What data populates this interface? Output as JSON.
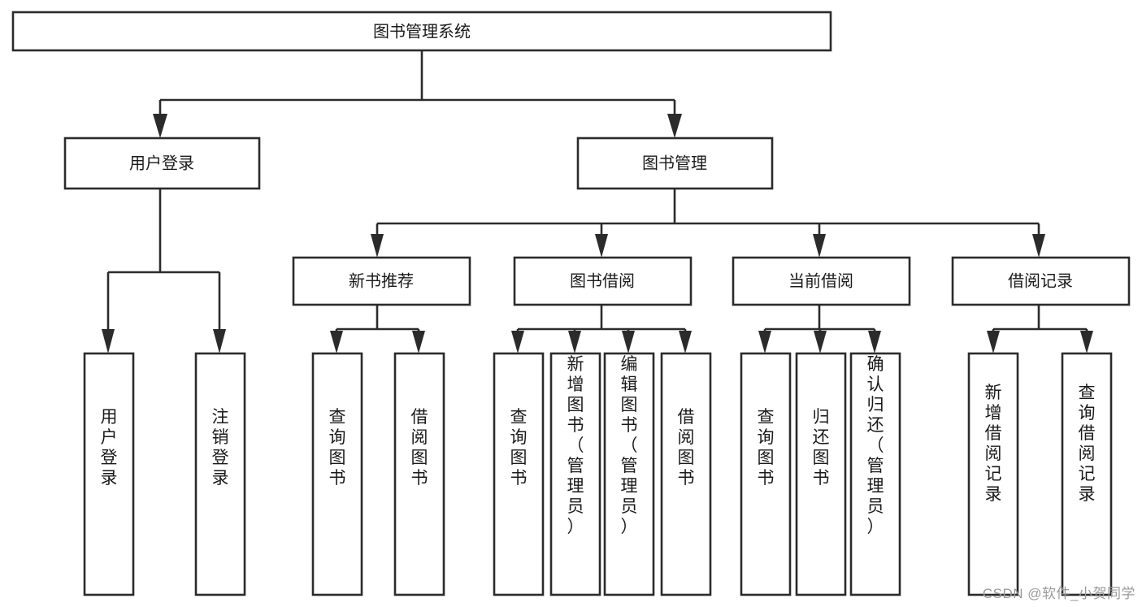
{
  "diagram": {
    "title": "图书管理系统",
    "type": "tree",
    "watermark": "CSDN @软件_小贺同学",
    "colors": {
      "stroke": "#2b2b2b",
      "fill": "#ffffff",
      "text": "#1a1a1a",
      "watermark": "#9a9a9a",
      "background": "#ffffff"
    },
    "levels": {
      "root": {
        "label": "图书管理系统"
      },
      "level2": [
        {
          "label": "用户登录"
        },
        {
          "label": "图书管理"
        }
      ],
      "level3": [
        {
          "label": "新书推荐"
        },
        {
          "label": "图书借阅"
        },
        {
          "label": "当前借阅"
        },
        {
          "label": "借阅记录"
        }
      ],
      "leaves": [
        {
          "label": "用户登录",
          "parent": "用户登录"
        },
        {
          "label": "注销登录",
          "parent": "用户登录"
        },
        {
          "label": "查询图书",
          "parent": "新书推荐"
        },
        {
          "label": "借阅图书",
          "parent": "新书推荐"
        },
        {
          "label": "查询图书",
          "parent": "图书借阅"
        },
        {
          "label": "新增图书（管理员）",
          "parent": "图书借阅"
        },
        {
          "label": "编辑图书（管理员）",
          "parent": "图书借阅"
        },
        {
          "label": "借阅图书",
          "parent": "图书借阅"
        },
        {
          "label": "查询图书",
          "parent": "当前借阅"
        },
        {
          "label": "归还图书",
          "parent": "当前借阅"
        },
        {
          "label": "确认归还（管理员）",
          "parent": "当前借阅"
        },
        {
          "label": "新增借阅记录",
          "parent": "借阅记录"
        },
        {
          "label": "查询借阅记录",
          "parent": "借阅记录"
        }
      ]
    }
  }
}
